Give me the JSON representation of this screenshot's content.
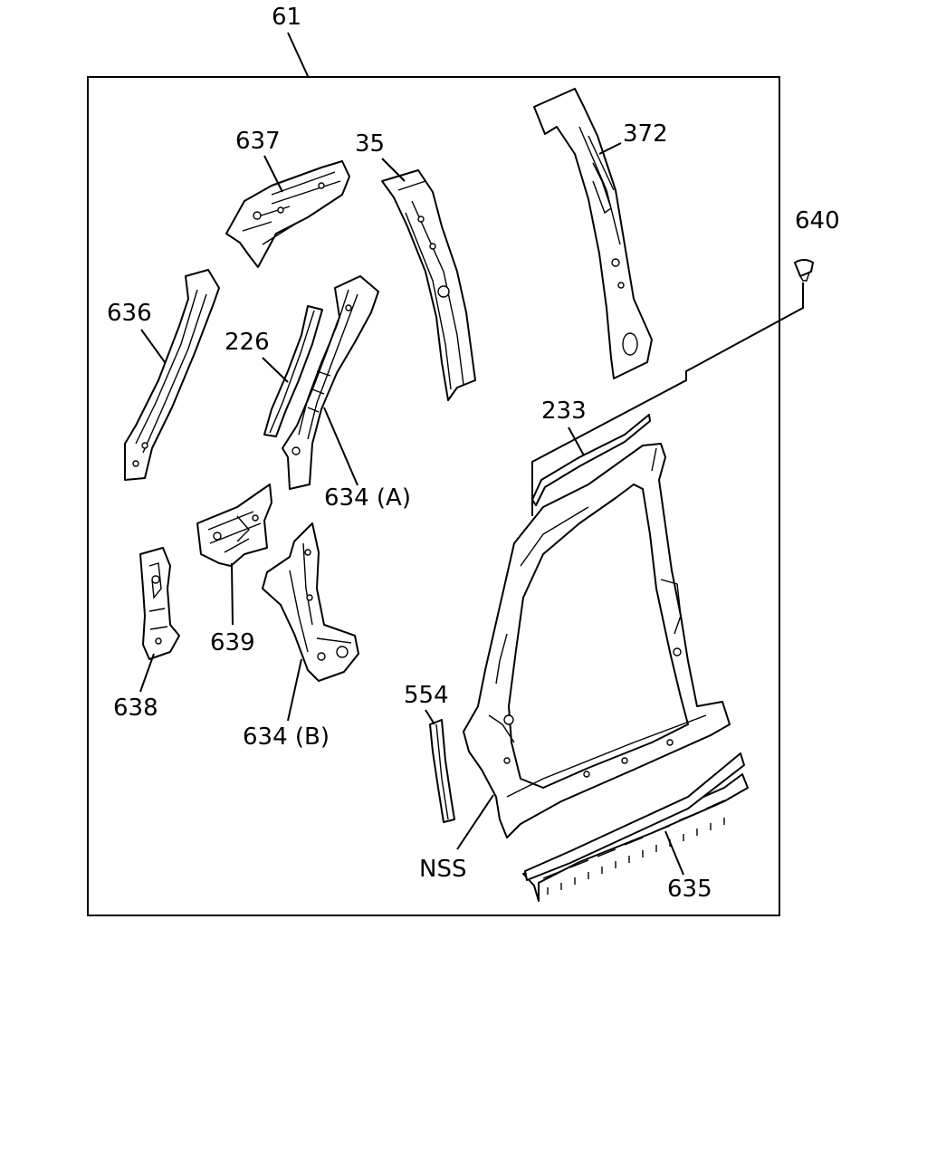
{
  "diagram": {
    "assembly_label": "61",
    "callouts": {
      "p637": "637",
      "p35": "35",
      "p372": "372",
      "p640": "640",
      "p636": "636",
      "p226": "226",
      "p634a": "634 (A)",
      "p233": "233",
      "p639": "639",
      "p638": "638",
      "p634b": "634 (B)",
      "p554": "554",
      "pNSS": "NSS",
      "p635": "635"
    }
  }
}
